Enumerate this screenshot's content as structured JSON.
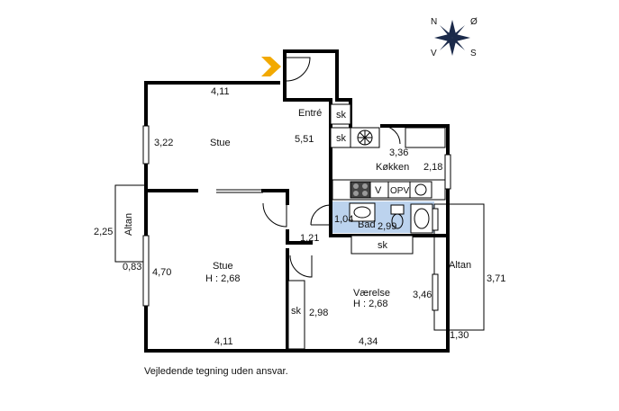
{
  "rooms": {
    "stue_top": {
      "name": "Stue",
      "dim_width": "4,11",
      "dim_depth": "3,22"
    },
    "stue_bottom": {
      "name": "Stue",
      "height": "H : 2,68",
      "dim_depth": "4,70",
      "dim_width": "4,11"
    },
    "entre": {
      "name": "Entré",
      "dim": "5,51"
    },
    "kokken": {
      "name": "Køkken",
      "dim_width": "3,36",
      "dim_depth": "2,18"
    },
    "bad": {
      "name": "Bad",
      "dim_a": "1,04",
      "dim_b": "2,99"
    },
    "hall": {
      "dim": "1,21"
    },
    "vaerelse": {
      "name": "Værelse",
      "height": "H : 2,68",
      "dim_width": "4,34",
      "dim_depth": "3,46"
    }
  },
  "storage": {
    "sk_label": "sk"
  },
  "appliances": {
    "v_label": "V",
    "opv_label": "OPV"
  },
  "balcony_left": {
    "name": "Altan",
    "dim_height": "2,25",
    "dim_width": "0,83"
  },
  "balcony_right": {
    "name": "Altan",
    "dim_height": "3,71",
    "dim_width": "1,30"
  },
  "closet": {
    "dim": "2,98"
  },
  "compass": {
    "n": "N",
    "o": "Ø",
    "s": "S",
    "v": "V"
  },
  "footer": {
    "disclaimer": "Vejledende tegning uden ansvar."
  },
  "colors": {
    "bathroom_fill": "#bcd3ee",
    "entrance_arrow": "#f2a900",
    "wall": "#000000"
  }
}
